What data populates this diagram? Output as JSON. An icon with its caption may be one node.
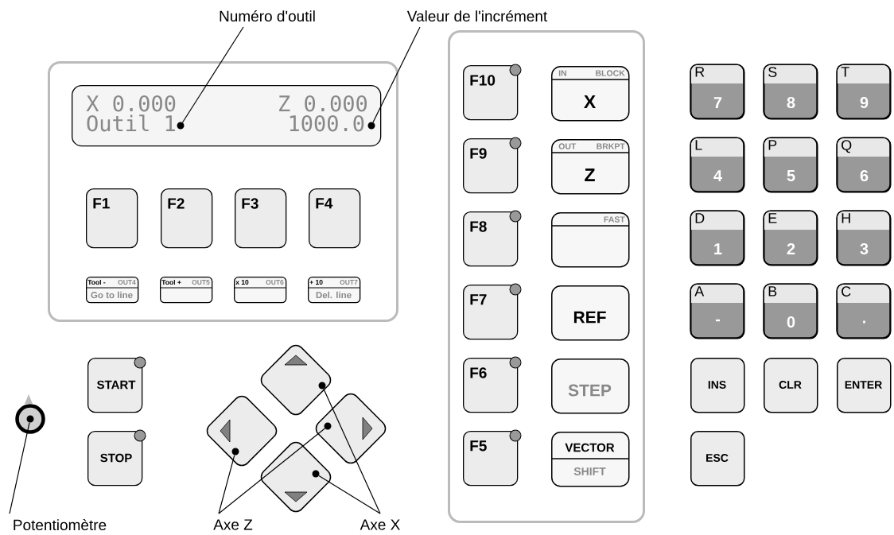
{
  "diagram": {
    "nodes": [
      {
        "text": [
          "Numéro d'outil"
        ]
      },
      {
        "text": [
          "Valeur de l'incrément"
        ]
      },
      {
        "text": [],
        "shape": "box"
      },
      {
        "text": [
          "X 0.000",
          "Z 0.000"
        ],
        "in": 2
      },
      {
        "text": [
          "Outil 1"
        ],
        "in": 3
      },
      {
        "text": [
          "1000.0"
        ],
        "in": 3
      },
      {
        "text": [
          "F1"
        ],
        "in": 2
      },
      {
        "text": [
          "F2"
        ],
        "in": 2
      },
      {
        "text": [
          "F3"
        ],
        "in": 2
      },
      {
        "text": [
          "F4"
        ],
        "in": 2
      },
      {
        "text": [
          "Tool -",
          "OUT4",
          "Go to line"
        ],
        "in": 2
      },
      {
        "text": [
          "Tool +",
          "OUT5"
        ],
        "in": 2
      },
      {
        "text": [
          "x 10",
          "OUT6"
        ],
        "in": 2
      },
      {
        "text": [
          "+ 10",
          "OUT7",
          "Del. line"
        ],
        "in": 2
      },
      {
        "text": [],
        "shape": "box"
      },
      {
        "text": [
          "F10"
        ],
        "in": 14
      },
      {
        "text": [
          "IN",
          "BLOCK",
          "X"
        ],
        "in": 14
      },
      {
        "text": [
          "F9"
        ],
        "in": 14
      },
      {
        "text": [
          "OUT",
          "BRKPT",
          "Z"
        ],
        "in": 14
      },
      {
        "text": [
          "F8"
        ],
        "in": 14
      },
      {
        "text": [
          "FAST"
        ],
        "in": 14
      },
      {
        "text": [
          "F7"
        ],
        "in": 14
      },
      {
        "text": [
          "REF"
        ],
        "in": 14
      },
      {
        "text": [
          "F6"
        ],
        "in": 14
      },
      {
        "text": [
          "STEP"
        ],
        "in": 14
      },
      {
        "text": [
          "F5"
        ],
        "in": 14
      },
      {
        "text": [
          "VECTOR",
          "SHIFT"
        ],
        "in": 14
      },
      {
        "text": [
          "R",
          "7"
        ]
      },
      {
        "text": [
          "S",
          "8"
        ]
      },
      {
        "text": [
          "T",
          "9"
        ]
      },
      {
        "text": [
          "L",
          "4"
        ]
      },
      {
        "text": [
          "P",
          "5"
        ]
      },
      {
        "text": [
          "Q",
          "6"
        ]
      },
      {
        "text": [
          "D",
          "1"
        ]
      },
      {
        "text": [
          "E",
          "2"
        ]
      },
      {
        "text": [
          "H",
          "3"
        ]
      },
      {
        "text": [
          "A",
          "-"
        ]
      },
      {
        "text": [
          "B",
          "0"
        ]
      },
      {
        "text": [
          "C",
          "."
        ]
      },
      {
        "text": [
          "INS"
        ]
      },
      {
        "text": [
          "CLR"
        ]
      },
      {
        "text": [
          "ENTER"
        ]
      },
      {
        "text": [
          "ESC"
        ]
      },
      {
        "text": [],
        "shape": "circle"
      },
      {
        "text": [
          "START"
        ]
      },
      {
        "text": [
          "STOP"
        ]
      },
      {
        "text": [],
        "shape": "diamond"
      },
      {
        "text": [],
        "shape": "diamond"
      },
      {
        "text": [],
        "shape": "diamond"
      },
      {
        "text": [],
        "shape": "diamond"
      },
      {
        "text": [
          "Potentiomètre"
        ]
      },
      {
        "text": [
          "Axe Z"
        ]
      },
      {
        "text": [
          "Axe X"
        ]
      },
      {
        "text": [],
        "shape": "circle",
        "in": 43
      },
      {
        "text": [],
        "shape": "circle",
        "in": 46
      },
      {
        "text": [],
        "shape": "circle",
        "in": 47
      },
      {
        "text": [],
        "shape": "circle",
        "in": 48
      },
      {
        "text": [],
        "shape": "circle",
        "in": 49
      },
      {
        "text": [],
        "shape": "circle",
        "in": 3
      },
      {
        "text": [],
        "shape": "circle",
        "in": 3
      }
    ],
    "edges": [
      {
        "from": 0,
        "to": 58,
        "arrow": "none"
      },
      {
        "from": 1,
        "to": 59,
        "arrow": "none"
      },
      {
        "from": 50,
        "to": 53,
        "arrow": "none"
      },
      {
        "from": 51,
        "to": 55,
        "arrow": "none"
      },
      {
        "from": 51,
        "to": 56,
        "arrow": "none"
      },
      {
        "from": 52,
        "to": 54,
        "arrow": "none"
      },
      {
        "from": 52,
        "to": 57,
        "arrow": "none"
      }
    ]
  }
}
